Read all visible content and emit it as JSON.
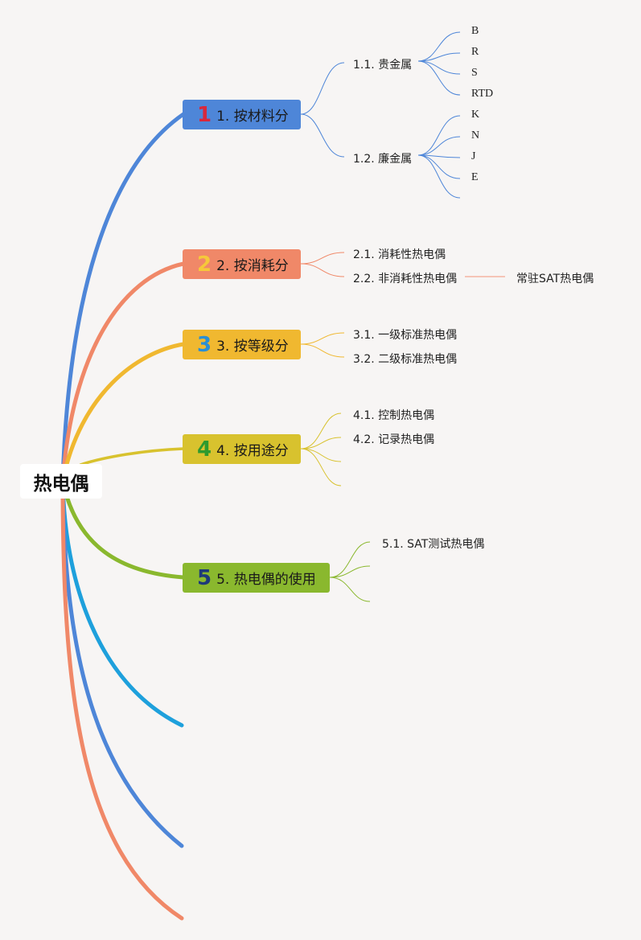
{
  "root": {
    "label": "热电偶"
  },
  "branches": [
    {
      "num": "1",
      "label": "1. 按材料分",
      "color": "#4e86d8",
      "num_color": "#d8283c",
      "subs": [
        {
          "label": "1.1. 贵金属",
          "leaves": [
            "B",
            "R",
            "S",
            "RTD"
          ]
        },
        {
          "label": "1.2. 廉金属",
          "leaves": [
            "K",
            "N",
            "J",
            "E"
          ]
        }
      ]
    },
    {
      "num": "2",
      "label": "2. 按消耗分",
      "color": "#f08868",
      "num_color": "#f6c83a",
      "subs": [
        {
          "label": "2.1. 消耗性热电偶"
        },
        {
          "label": "2.2. 非消耗性热电偶",
          "extra": "常驻SAT热电偶"
        }
      ]
    },
    {
      "num": "3",
      "label": "3. 按等级分",
      "color": "#f0b830",
      "num_color": "#2a8fd4",
      "subs": [
        {
          "label": "3.1. 一级标准热电偶"
        },
        {
          "label": "3.2. 二级标准热电偶"
        }
      ]
    },
    {
      "num": "4",
      "label": "4. 按用途分",
      "color": "#d8c22e",
      "num_color": "#2e9a2e",
      "subs": [
        {
          "label": "4.1. 控制热电偶"
        },
        {
          "label": "4.2. 记录热电偶"
        }
      ]
    },
    {
      "num": "5",
      "label": "5. 热电偶的使用",
      "color": "#8ab82e",
      "num_color": "#1e3a7a",
      "subs": [
        {
          "label": "5.1. SAT测试热电偶"
        }
      ]
    }
  ]
}
